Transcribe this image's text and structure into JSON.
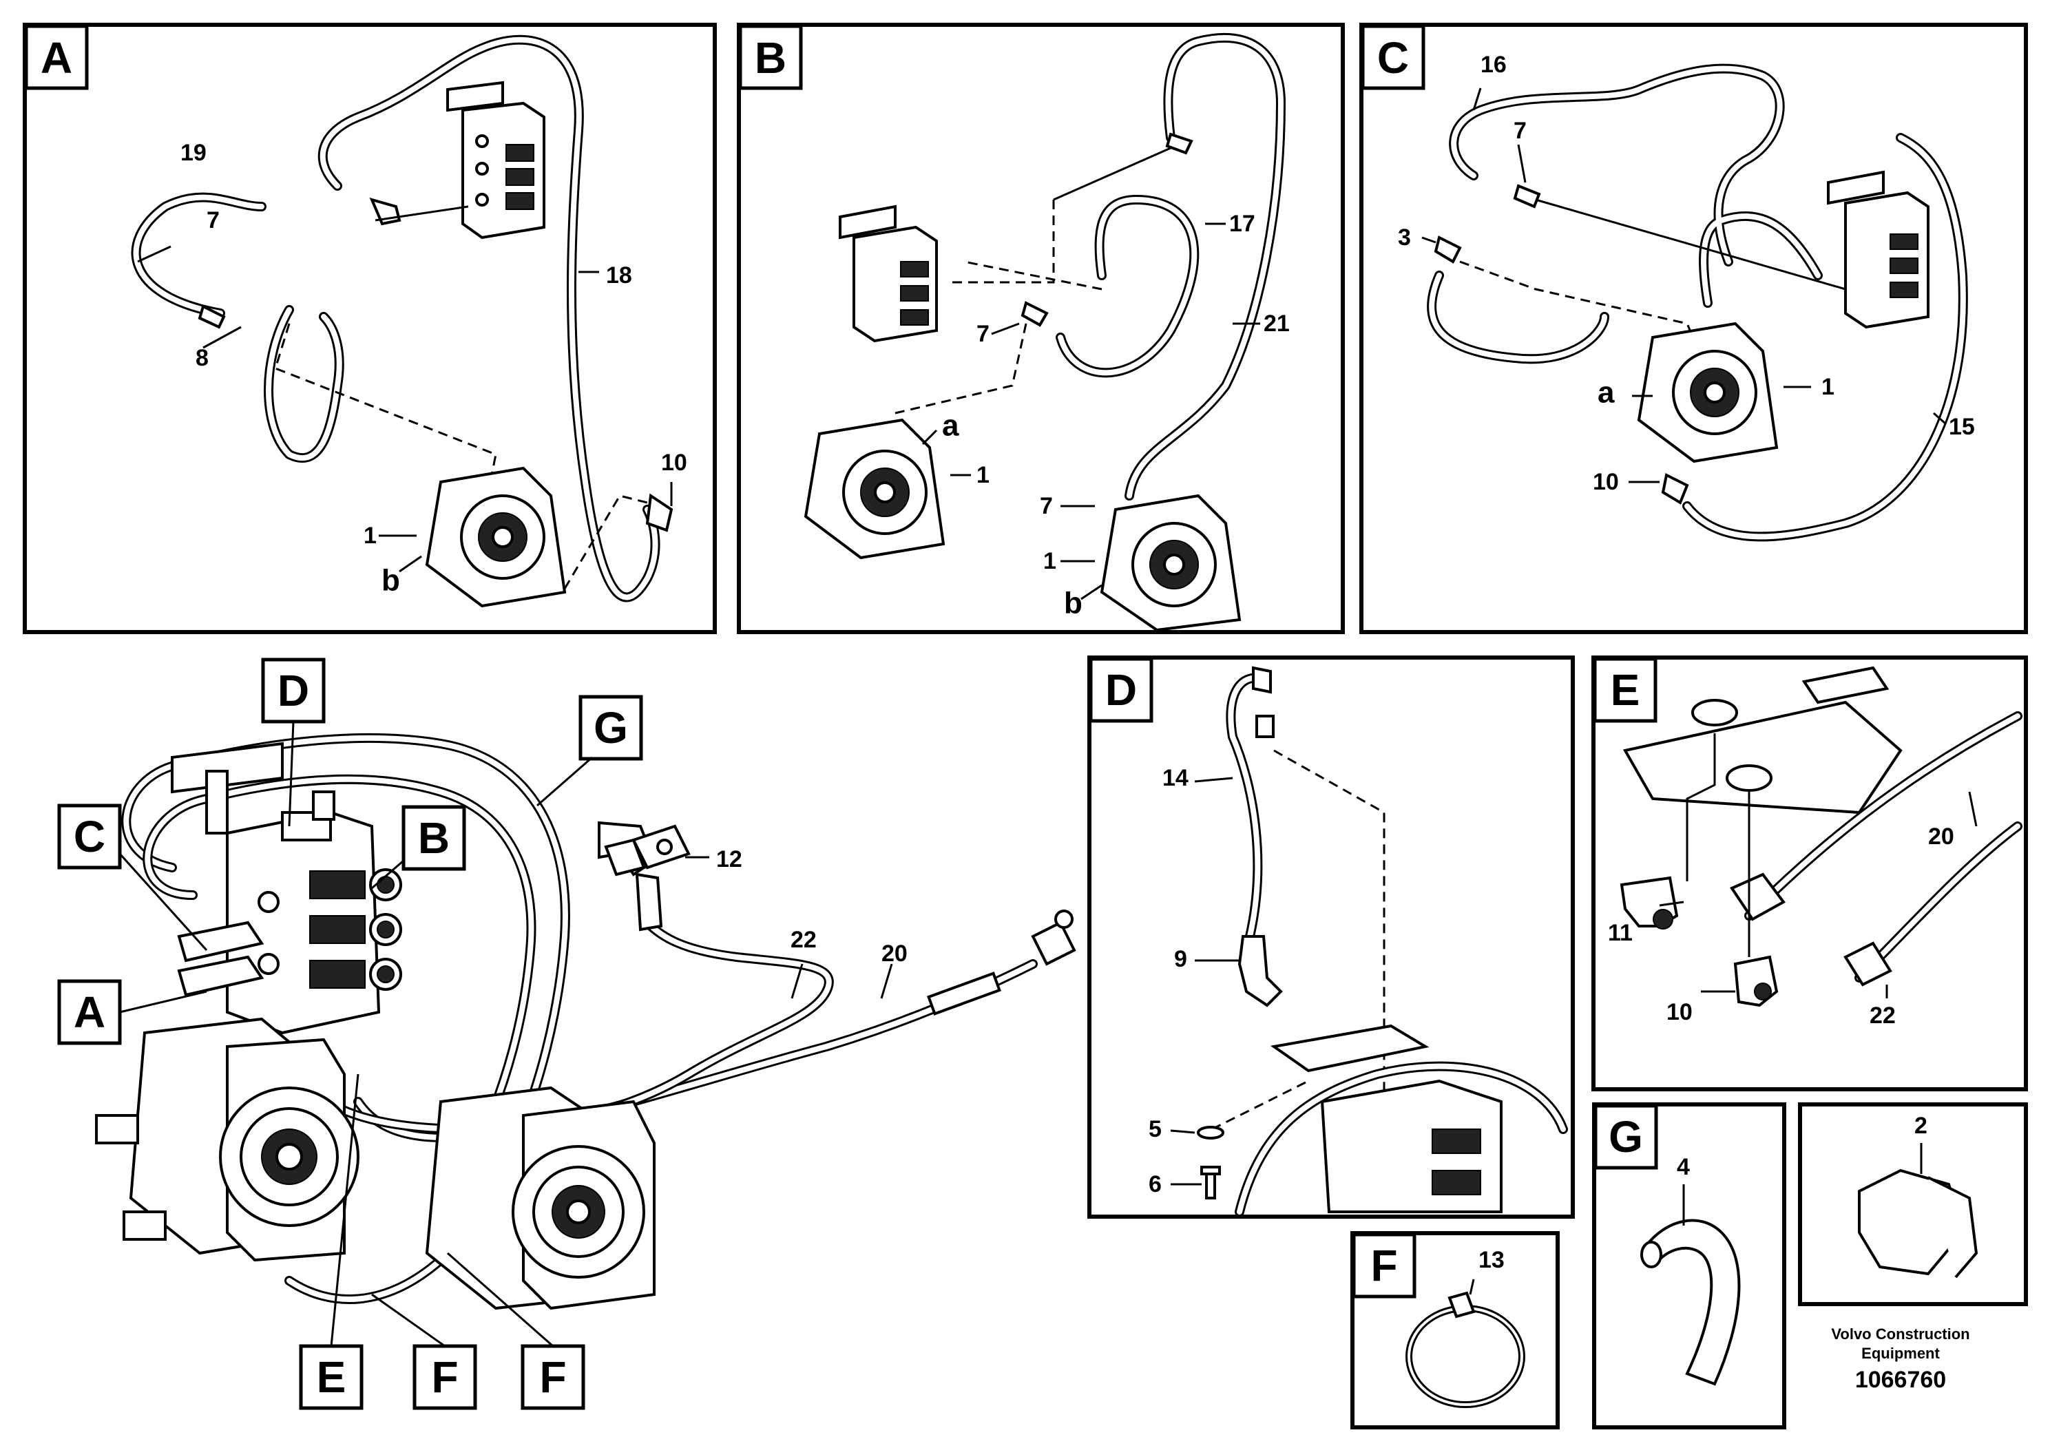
{
  "panels": {
    "A": {
      "tag": "A",
      "callouts": {
        "c19": "19",
        "c7": "7",
        "c8": "8",
        "c18": "18",
        "c10": "10",
        "c1": "1"
      },
      "letters": {
        "b": "b"
      }
    },
    "B": {
      "tag": "B",
      "callouts": {
        "c17": "17",
        "c21": "21",
        "c7a": "7",
        "c1a": "1",
        "c7b": "7",
        "c1b": "1"
      },
      "letters": {
        "a": "a",
        "b": "b"
      }
    },
    "C": {
      "tag": "C",
      "callouts": {
        "c16": "16",
        "c7": "7",
        "c3": "3",
        "c1": "1",
        "c15": "15",
        "c10": "10"
      },
      "letters": {
        "a": "a"
      }
    },
    "main": {
      "tags": {
        "D": "D",
        "G": "G",
        "C": "C",
        "B": "B",
        "A": "A",
        "E": "E",
        "F1": "F",
        "F2": "F"
      },
      "callouts": {
        "c12": "12",
        "c22": "22",
        "c20": "20"
      }
    },
    "D": {
      "tag": "D",
      "callouts": {
        "c14": "14",
        "c9": "9",
        "c5": "5",
        "c6": "6"
      }
    },
    "E": {
      "tag": "E",
      "callouts": {
        "c20": "20",
        "c11": "11",
        "c10": "10",
        "c22": "22"
      }
    },
    "F": {
      "tag": "F",
      "callouts": {
        "c13": "13"
      }
    },
    "G": {
      "tag": "G",
      "callouts": {
        "c4": "4"
      }
    },
    "part2": {
      "callouts": {
        "c2": "2"
      }
    }
  },
  "reference": {
    "company_line1": "Volvo Construction",
    "company_line2": "Equipment",
    "number": "1066760"
  }
}
